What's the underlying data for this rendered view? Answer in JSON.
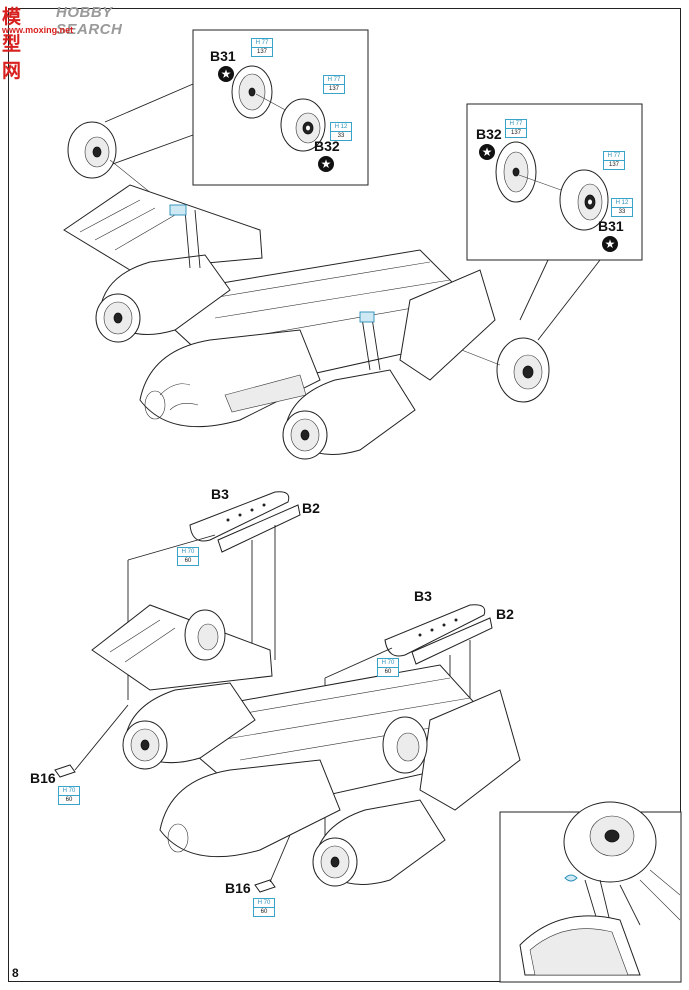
{
  "watermark": {
    "site_cn": "模型网",
    "site_en": "HOBBY SEARCH",
    "url": "www.moxing.net"
  },
  "page_number": "8",
  "top_section": {
    "detail_left": {
      "parts": [
        "B31",
        "B32"
      ],
      "paints": [
        {
          "code": "H 77",
          "num": "137"
        },
        {
          "code": "H 77",
          "num": "137"
        },
        {
          "code": "H 12",
          "num": "33"
        }
      ]
    },
    "detail_right": {
      "parts": [
        "B32",
        "B31"
      ],
      "paints": [
        {
          "code": "H 77",
          "num": "137"
        },
        {
          "code": "H 77",
          "num": "137"
        },
        {
          "code": "H 12",
          "num": "33"
        }
      ]
    }
  },
  "bottom_section": {
    "left_door": {
      "parts": [
        "B3",
        "B2"
      ],
      "paint": {
        "code": "H 70",
        "num": "60"
      }
    },
    "right_door": {
      "parts": [
        "B3",
        "B2"
      ],
      "paint": {
        "code": "H 70",
        "num": "60"
      }
    },
    "step_left": {
      "part": "B16",
      "paint": {
        "code": "H 70",
        "num": "60"
      }
    },
    "step_right": {
      "part": "B16",
      "paint": {
        "code": "H 70",
        "num": "60"
      }
    }
  },
  "colors": {
    "paint_box": "#3aa3c9",
    "watermark_red": "#d8201e",
    "line": "#222222"
  }
}
